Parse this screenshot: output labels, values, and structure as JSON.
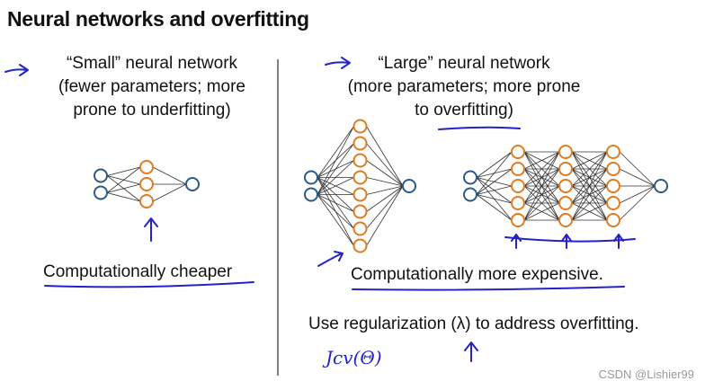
{
  "title": "Neural networks and overfitting",
  "left": {
    "heading_line1": "“Small” neural network",
    "heading_line2": "(fewer parameters; more",
    "heading_line3": "prone to underfitting)",
    "caption": "Computationally cheaper"
  },
  "right": {
    "heading_line1": "“Large” neural network",
    "heading_line2": "(more parameters; more prone",
    "heading_line3": "to overfitting)",
    "caption": "Computationally more expensive."
  },
  "regularization_note": "Use regularization (λ) to address overfitting.",
  "handwritten_note": "Jcv(Θ)",
  "watermark": "CSDN @Lishier99",
  "colors": {
    "hidden_node": "#e07b1f",
    "io_node": "#2a5a8a",
    "annotation_ink": "#2323c8"
  },
  "networks": [
    {
      "name": "small",
      "layers": [
        2,
        3,
        1
      ]
    },
    {
      "name": "wide",
      "layers": [
        2,
        8,
        1
      ]
    },
    {
      "name": "deep",
      "layers": [
        2,
        5,
        5,
        5,
        1
      ]
    }
  ]
}
